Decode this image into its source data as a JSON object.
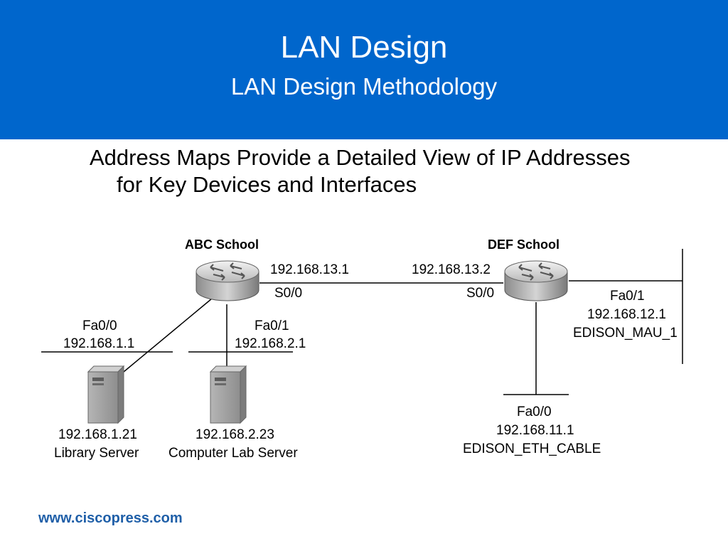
{
  "header": {
    "title": "LAN Design",
    "subtitle": "LAN Design Methodology"
  },
  "bullet": {
    "text": "Address Maps Provide a Detailed View of IP Addresses for Key Devices and Interfaces"
  },
  "diagram": {
    "abc_router": {
      "name": "ABC School",
      "s0_ip": "192.168.13.1",
      "s0_label": "S0/0",
      "fa00_label": "Fa0/0",
      "fa00_ip": "192.168.1.1",
      "fa01_label": "Fa0/1",
      "fa01_ip": "192.168.2.1"
    },
    "def_router": {
      "name": "DEF School",
      "s0_ip": "192.168.13.2",
      "s0_label": "S0/0",
      "fa01_label": "Fa0/1",
      "fa01_ip": "192.168.12.1",
      "fa01_net": "EDISON_MAU_1",
      "fa00_label": "Fa0/0",
      "fa00_ip": "192.168.11.1",
      "fa00_net": "EDISON_ETH_CABLE"
    },
    "servers": [
      {
        "ip": "192.168.1.21",
        "name": "Library Server"
      },
      {
        "ip": "192.168.2.23",
        "name": "Computer Lab Server"
      }
    ]
  },
  "footer": {
    "url": "www.ciscopress.com"
  },
  "colors": {
    "header_bg": "#0066cc",
    "footer_text": "#1f5fa8"
  }
}
